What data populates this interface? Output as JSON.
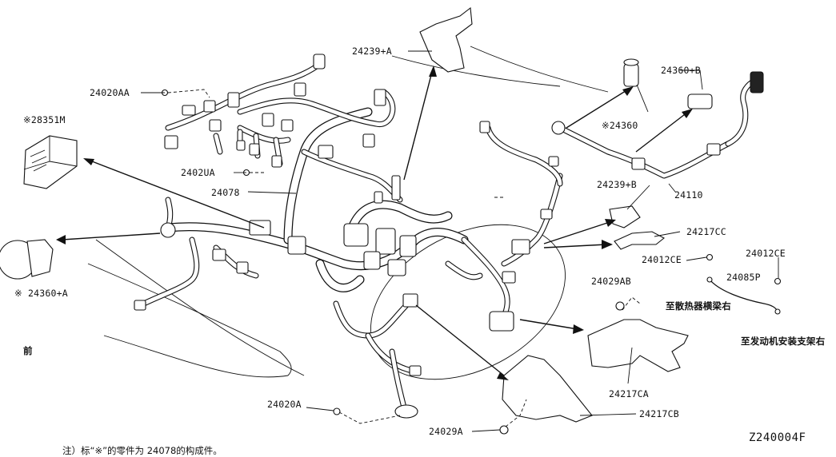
{
  "labels": {
    "l_24239A": "24239+A",
    "l_24020AA": "24020AA",
    "l_28351M": "※28351M",
    "l_24360B": "24360+B",
    "l_24360": "※24360",
    "l_2402UA": "2402UA",
    "l_24078": "24078",
    "l_24110": "24110",
    "l_24239B": "24239+B",
    "l_24217CC": "24217CC",
    "l_24012CE_a": "24012CE",
    "l_24012CE_b": "24012CE",
    "l_24029AB": "24029AB",
    "l_24085P": "24085P",
    "l_24360A": "※ 24360+A",
    "l_24217CA": "24217CA",
    "l_24020A": "24020A",
    "l_24029A": "24029A",
    "l_24217CB": "24217CB"
  },
  "annotations": {
    "radiator": "至散热器横梁右",
    "engine_mount": "至发动机安装支架右",
    "front": "前",
    "footnote": "注）标“※”的零件为 24078的构成件。"
  },
  "reference_code": "Z240004F"
}
